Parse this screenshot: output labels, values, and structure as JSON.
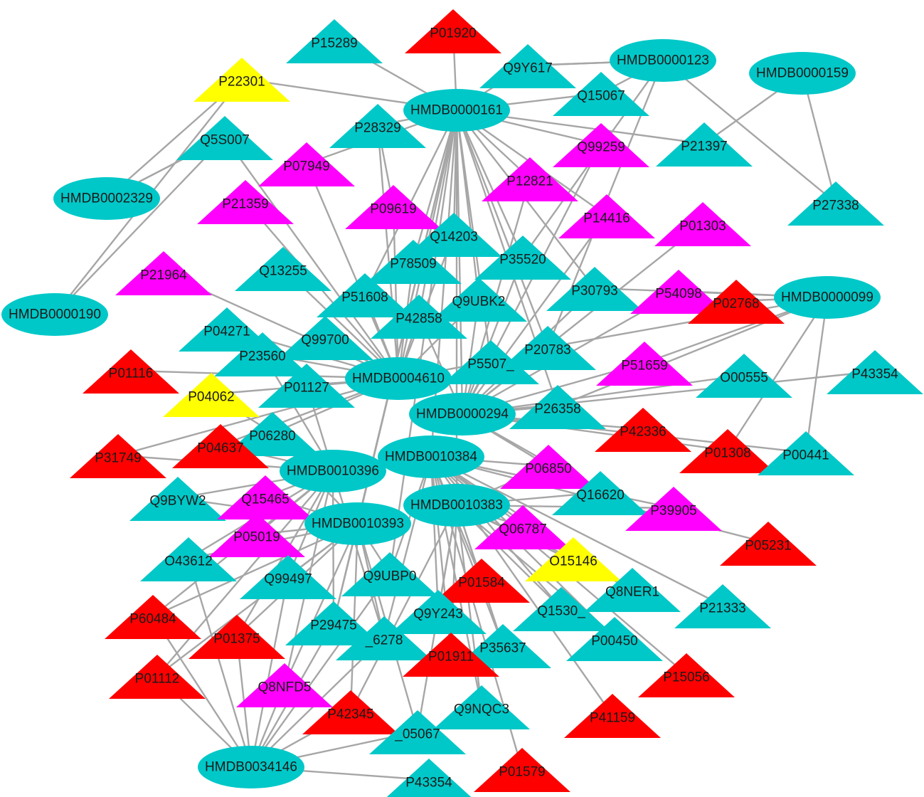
{
  "colors": {
    "metabolite": "#00c8c8",
    "target_cyan": "#00c8c8",
    "target_red": "#ff0000",
    "target_magenta": "#ff00ff",
    "target_yellow": "#ffff00",
    "edge": "#a6a6a6"
  },
  "nodes": [
    {
      "id": "m161",
      "label": "HMDB0000161",
      "shape": "ellipse",
      "color": "metabolite"
    },
    {
      "id": "m123",
      "label": "HMDB0000123",
      "shape": "ellipse",
      "color": "metabolite"
    },
    {
      "id": "m159",
      "label": "HMDB0000159",
      "shape": "ellipse",
      "color": "metabolite"
    },
    {
      "id": "m2329",
      "label": "HMDB0002329",
      "shape": "ellipse",
      "color": "metabolite"
    },
    {
      "id": "m190",
      "label": "HMDB0000190",
      "shape": "ellipse",
      "color": "metabolite"
    },
    {
      "id": "m99",
      "label": "HMDB0000099",
      "shape": "ellipse",
      "color": "metabolite"
    },
    {
      "id": "m4610",
      "label": "HMDB0004610",
      "shape": "ellipse",
      "color": "metabolite"
    },
    {
      "id": "m294",
      "label": "HMDB0000294",
      "shape": "ellipse",
      "color": "metabolite"
    },
    {
      "id": "m10384",
      "label": "HMDB0010384",
      "shape": "ellipse",
      "color": "metabolite"
    },
    {
      "id": "m10396",
      "label": "HMDB0010396",
      "shape": "ellipse",
      "color": "metabolite"
    },
    {
      "id": "m10383",
      "label": "HMDB0010383",
      "shape": "ellipse",
      "color": "metabolite"
    },
    {
      "id": "m10393",
      "label": "HMDB0010393",
      "shape": "ellipse",
      "color": "metabolite"
    },
    {
      "id": "m34146",
      "label": "HMDB0034146",
      "shape": "ellipse",
      "color": "metabolite"
    },
    {
      "id": "P01920",
      "label": "P01920",
      "shape": "triangle",
      "color": "target_red"
    },
    {
      "id": "P15289",
      "label": "P15289",
      "shape": "triangle",
      "color": "target_cyan"
    },
    {
      "id": "P22301",
      "label": "P22301",
      "shape": "triangle",
      "color": "target_yellow"
    },
    {
      "id": "Q9Y617",
      "label": "Q9Y617",
      "shape": "triangle",
      "color": "target_cyan"
    },
    {
      "id": "Q15067",
      "label": "Q15067",
      "shape": "triangle",
      "color": "target_cyan"
    },
    {
      "id": "P28329",
      "label": "P28329",
      "shape": "triangle",
      "color": "target_cyan"
    },
    {
      "id": "Q5S007",
      "label": "Q5S007",
      "shape": "triangle",
      "color": "target_cyan"
    },
    {
      "id": "Q99259",
      "label": "Q99259",
      "shape": "triangle",
      "color": "target_magenta"
    },
    {
      "id": "P21397",
      "label": "P21397",
      "shape": "triangle",
      "color": "target_cyan"
    },
    {
      "id": "P07949",
      "label": "P07949",
      "shape": "triangle",
      "color": "target_magenta"
    },
    {
      "id": "P12821",
      "label": "P12821",
      "shape": "triangle",
      "color": "target_magenta"
    },
    {
      "id": "P27338",
      "label": "P27338",
      "shape": "triangle",
      "color": "target_cyan"
    },
    {
      "id": "P21359",
      "label": "P21359",
      "shape": "triangle",
      "color": "target_magenta"
    },
    {
      "id": "P09619",
      "label": "P09619",
      "shape": "triangle",
      "color": "target_magenta"
    },
    {
      "id": "P14416",
      "label": "P14416",
      "shape": "triangle",
      "color": "target_magenta"
    },
    {
      "id": "P01303",
      "label": "P01303",
      "shape": "triangle",
      "color": "target_magenta"
    },
    {
      "id": "Q14203",
      "label": "Q14203",
      "shape": "triangle",
      "color": "target_cyan"
    },
    {
      "id": "P78509",
      "label": "P78509",
      "shape": "triangle",
      "color": "target_cyan"
    },
    {
      "id": "P35520",
      "label": "P35520",
      "shape": "triangle",
      "color": "target_cyan"
    },
    {
      "id": "Q13255",
      "label": "Q13255",
      "shape": "triangle",
      "color": "target_cyan"
    },
    {
      "id": "P21964",
      "label": "P21964",
      "shape": "triangle",
      "color": "target_magenta"
    },
    {
      "id": "P51608",
      "label": "P51608",
      "shape": "triangle",
      "color": "target_cyan"
    },
    {
      "id": "Q9UBK2",
      "label": "Q9UBK2",
      "shape": "triangle",
      "color": "target_cyan"
    },
    {
      "id": "P30793",
      "label": "P30793",
      "shape": "triangle",
      "color": "target_cyan"
    },
    {
      "id": "P54098",
      "label": "P54098",
      "shape": "triangle",
      "color": "target_magenta"
    },
    {
      "id": "P02768",
      "label": "P02768",
      "shape": "triangle",
      "color": "target_red"
    },
    {
      "id": "P42858",
      "label": "P42858",
      "shape": "triangle",
      "color": "target_cyan"
    },
    {
      "id": "P04271",
      "label": "P04271",
      "shape": "triangle",
      "color": "target_cyan"
    },
    {
      "id": "Q99700",
      "label": "Q99700",
      "shape": "triangle",
      "color": "target_cyan"
    },
    {
      "id": "P23560",
      "label": "P23560",
      "shape": "triangle",
      "color": "target_cyan"
    },
    {
      "id": "P20783",
      "label": "P20783",
      "shape": "triangle",
      "color": "target_cyan"
    },
    {
      "id": "P55072",
      "label": "P5507_",
      "shape": "triangle",
      "color": "target_cyan"
    },
    {
      "id": "P51659",
      "label": "P51659",
      "shape": "triangle",
      "color": "target_magenta"
    },
    {
      "id": "P01116",
      "label": "P01116",
      "shape": "triangle",
      "color": "target_red"
    },
    {
      "id": "P01127",
      "label": "P01127",
      "shape": "triangle",
      "color": "target_cyan"
    },
    {
      "id": "O00555",
      "label": "O00555",
      "shape": "triangle",
      "color": "target_cyan"
    },
    {
      "id": "P43354a",
      "label": "P43354",
      "shape": "triangle",
      "color": "target_cyan"
    },
    {
      "id": "P04062",
      "label": "P04062",
      "shape": "triangle",
      "color": "target_yellow"
    },
    {
      "id": "P26358",
      "label": "P26358",
      "shape": "triangle",
      "color": "target_cyan"
    },
    {
      "id": "P06280",
      "label": "P06280",
      "shape": "triangle",
      "color": "target_cyan"
    },
    {
      "id": "P42336",
      "label": "P42336",
      "shape": "triangle",
      "color": "target_red"
    },
    {
      "id": "P31749",
      "label": "P31749",
      "shape": "triangle",
      "color": "target_red"
    },
    {
      "id": "P04637",
      "label": "P04637",
      "shape": "triangle",
      "color": "target_red"
    },
    {
      "id": "P01308",
      "label": "P01308",
      "shape": "triangle",
      "color": "target_red"
    },
    {
      "id": "P00441",
      "label": "P00441",
      "shape": "triangle",
      "color": "target_cyan"
    },
    {
      "id": "P06850",
      "label": "P06850",
      "shape": "triangle",
      "color": "target_magenta"
    },
    {
      "id": "Q16620",
      "label": "Q16620",
      "shape": "triangle",
      "color": "target_cyan"
    },
    {
      "id": "Q9BYW2",
      "label": "Q9BYW2",
      "shape": "triangle",
      "color": "target_cyan"
    },
    {
      "id": "Q15465",
      "label": "Q15465",
      "shape": "triangle",
      "color": "target_magenta"
    },
    {
      "id": "P39905",
      "label": "P39905",
      "shape": "triangle",
      "color": "target_magenta"
    },
    {
      "id": "P05019",
      "label": "P05019",
      "shape": "triangle",
      "color": "target_magenta"
    },
    {
      "id": "Q06787",
      "label": "Q06787",
      "shape": "triangle",
      "color": "target_magenta"
    },
    {
      "id": "P05231",
      "label": "P05231",
      "shape": "triangle",
      "color": "target_red"
    },
    {
      "id": "O43612",
      "label": "O43612",
      "shape": "triangle",
      "color": "target_cyan"
    },
    {
      "id": "O15146",
      "label": "O15146",
      "shape": "triangle",
      "color": "target_yellow"
    },
    {
      "id": "Q99497",
      "label": "Q99497",
      "shape": "triangle",
      "color": "target_cyan"
    },
    {
      "id": "Q9UBP0",
      "label": "Q9UBP0",
      "shape": "triangle",
      "color": "target_cyan"
    },
    {
      "id": "P01584",
      "label": "P01584",
      "shape": "triangle",
      "color": "target_red"
    },
    {
      "id": "Q8NER1",
      "label": "Q8NER1",
      "shape": "triangle",
      "color": "target_cyan"
    },
    {
      "id": "Q15303",
      "label": "Q1530_",
      "shape": "triangle",
      "color": "target_cyan"
    },
    {
      "id": "P21333",
      "label": "P21333",
      "shape": "triangle",
      "color": "target_cyan"
    },
    {
      "id": "P60484",
      "label": "P60484",
      "shape": "triangle",
      "color": "target_red"
    },
    {
      "id": "Q9Y243",
      "label": "Q9Y243",
      "shape": "triangle",
      "color": "target_cyan"
    },
    {
      "id": "P29475",
      "label": "P29475",
      "shape": "triangle",
      "color": "target_cyan"
    },
    {
      "id": "P01375",
      "label": "P01375",
      "shape": "triangle",
      "color": "target_red"
    },
    {
      "id": "P16278",
      "label": "_6278",
      "shape": "triangle",
      "color": "target_cyan"
    },
    {
      "id": "P00450",
      "label": "P00450",
      "shape": "triangle",
      "color": "target_cyan"
    },
    {
      "id": "P35637",
      "label": "P35637",
      "shape": "triangle",
      "color": "target_cyan"
    },
    {
      "id": "P01911",
      "label": "P01911",
      "shape": "triangle",
      "color": "target_red"
    },
    {
      "id": "P01112",
      "label": "P01112",
      "shape": "triangle",
      "color": "target_red"
    },
    {
      "id": "P15056",
      "label": "P15056",
      "shape": "triangle",
      "color": "target_red"
    },
    {
      "id": "Q8NFD5",
      "label": "Q8NFD5",
      "shape": "triangle",
      "color": "target_magenta"
    },
    {
      "id": "Q9NQC3",
      "label": "Q9NQC3",
      "shape": "triangle",
      "color": "target_cyan"
    },
    {
      "id": "P41159",
      "label": "P41159",
      "shape": "triangle",
      "color": "target_red"
    },
    {
      "id": "P42345",
      "label": "P42345",
      "shape": "triangle",
      "color": "target_red"
    },
    {
      "id": "P05067",
      "label": "_05067",
      "shape": "triangle",
      "color": "target_cyan"
    },
    {
      "id": "P01579",
      "label": "P01579",
      "shape": "triangle",
      "color": "target_red"
    },
    {
      "id": "P43354b",
      "label": "P43354",
      "shape": "triangle",
      "color": "target_cyan"
    }
  ],
  "edges": [
    [
      "m161",
      "P01920"
    ],
    [
      "m161",
      "P15289"
    ],
    [
      "m161",
      "P22301"
    ],
    [
      "m161",
      "Q9Y617"
    ],
    [
      "m161",
      "Q15067"
    ],
    [
      "m161",
      "P28329"
    ],
    [
      "m161",
      "Q99259"
    ],
    [
      "m161",
      "P21397"
    ],
    [
      "m161",
      "P07949"
    ],
    [
      "m161",
      "P12821"
    ],
    [
      "m161",
      "P14416"
    ],
    [
      "m161",
      "Q14203"
    ],
    [
      "m161",
      "P78509"
    ],
    [
      "m161",
      "P35520"
    ],
    [
      "m161",
      "Q9UBK2"
    ],
    [
      "m161",
      "P30793"
    ],
    [
      "m161",
      "P42858"
    ],
    [
      "m161",
      "P51608"
    ],
    [
      "m161",
      "P20783"
    ],
    [
      "m161",
      "P55072"
    ],
    [
      "m161",
      "m4610"
    ],
    [
      "m161",
      "m294"
    ],
    [
      "m161",
      "m10384"
    ],
    [
      "m161",
      "m10383"
    ],
    [
      "m161",
      "m10393"
    ],
    [
      "m161",
      "P26358"
    ],
    [
      "m161",
      "Q9UBP0"
    ],
    [
      "m161",
      "P29475"
    ],
    [
      "m123",
      "Q9Y617"
    ],
    [
      "m123",
      "Q15067"
    ],
    [
      "m123",
      "P27338"
    ],
    [
      "m123",
      "P35520"
    ],
    [
      "m123",
      "P20783"
    ],
    [
      "m159",
      "P21397"
    ],
    [
      "m159",
      "P27338"
    ],
    [
      "m2329",
      "P22301"
    ],
    [
      "m2329",
      "Q5S007"
    ],
    [
      "m190",
      "P22301"
    ],
    [
      "m190",
      "Q5S007"
    ],
    [
      "m99",
      "P54098"
    ],
    [
      "m99",
      "P02768"
    ],
    [
      "m99",
      "P30793"
    ],
    [
      "m99",
      "P51659"
    ],
    [
      "m99",
      "P00441"
    ],
    [
      "m99",
      "P01308"
    ],
    [
      "m99",
      "P26358"
    ],
    [
      "m99",
      "P20783"
    ],
    [
      "m4610",
      "P21359"
    ],
    [
      "m4610",
      "P09619"
    ],
    [
      "m4610",
      "Q13255"
    ],
    [
      "m4610",
      "P21964"
    ],
    [
      "m4610",
      "P51608"
    ],
    [
      "m4610",
      "Q99700"
    ],
    [
      "m4610",
      "P23560"
    ],
    [
      "m4610",
      "P04271"
    ],
    [
      "m4610",
      "P01116"
    ],
    [
      "m4610",
      "P01127"
    ],
    [
      "m4610",
      "P04062"
    ],
    [
      "m4610",
      "P06280"
    ],
    [
      "m4610",
      "P04637"
    ],
    [
      "m4610",
      "P31749"
    ],
    [
      "m4610",
      "Q14203"
    ],
    [
      "m4610",
      "P42858"
    ],
    [
      "m4610",
      "P55072"
    ],
    [
      "m4610",
      "Q9UBK2"
    ],
    [
      "m4610",
      "P78509"
    ],
    [
      "m4610",
      "P07949"
    ],
    [
      "m4610",
      "Q5S007"
    ],
    [
      "m4610",
      "P28329"
    ],
    [
      "m294",
      "P26358"
    ],
    [
      "m294",
      "P42336"
    ],
    [
      "m294",
      "P01308"
    ],
    [
      "m294",
      "P00441"
    ],
    [
      "m294",
      "O00555"
    ],
    [
      "m294",
      "P43354a"
    ],
    [
      "m294",
      "P06850"
    ],
    [
      "m294",
      "Q16620"
    ],
    [
      "m294",
      "P51659"
    ],
    [
      "m294",
      "P14416"
    ],
    [
      "m294",
      "P01303"
    ],
    [
      "m294",
      "P12821"
    ],
    [
      "m294",
      "Q99259"
    ],
    [
      "m294",
      "P35520"
    ],
    [
      "m294",
      "P30793"
    ],
    [
      "m294",
      "P20783"
    ],
    [
      "m294",
      "P55072"
    ],
    [
      "m294",
      "Q9UBK2"
    ],
    [
      "m294",
      "P42858"
    ],
    [
      "m294",
      "P54098"
    ],
    [
      "m10384",
      "P06850"
    ],
    [
      "m10384",
      "Q16620"
    ],
    [
      "m10384",
      "P39905"
    ],
    [
      "m10384",
      "P05231"
    ],
    [
      "m10384",
      "Q06787"
    ],
    [
      "m10384",
      "O15146"
    ],
    [
      "m10384",
      "P01584"
    ],
    [
      "m10384",
      "Q8NER1"
    ],
    [
      "m10384",
      "Q15303"
    ],
    [
      "m10384",
      "P21333"
    ],
    [
      "m10384",
      "P00450"
    ],
    [
      "m10384",
      "P15056"
    ],
    [
      "m10384",
      "P41159"
    ],
    [
      "m10384",
      "Q9Y243"
    ],
    [
      "m10384",
      "P35637"
    ],
    [
      "m10384",
      "P01911"
    ],
    [
      "m10384",
      "Q9NQC3"
    ],
    [
      "m10384",
      "P01579"
    ],
    [
      "m10384",
      "Q9UBP0"
    ],
    [
      "m10384",
      "P16278"
    ],
    [
      "m10396",
      "Q9BYW2"
    ],
    [
      "m10396",
      "Q15465"
    ],
    [
      "m10396",
      "P05019"
    ],
    [
      "m10396",
      "O43612"
    ],
    [
      "m10396",
      "Q99497"
    ],
    [
      "m10396",
      "P60484"
    ],
    [
      "m10396",
      "P01375"
    ],
    [
      "m10396",
      "P01112"
    ],
    [
      "m10396",
      "Q8NFD5"
    ],
    [
      "m10396",
      "P29475"
    ],
    [
      "m10396",
      "P16278"
    ],
    [
      "m10396",
      "P06280"
    ],
    [
      "m10396",
      "P04637"
    ],
    [
      "m10396",
      "P31749"
    ],
    [
      "m10396",
      "P23560"
    ],
    [
      "m10396",
      "P01127"
    ],
    [
      "m10396",
      "P04062"
    ],
    [
      "m10383",
      "P06850"
    ],
    [
      "m10383",
      "Q06787"
    ],
    [
      "m10383",
      "O15146"
    ],
    [
      "m10383",
      "Q15303"
    ],
    [
      "m10383",
      "Q8NER1"
    ],
    [
      "m10383",
      "P39905"
    ],
    [
      "m10383",
      "P00450"
    ],
    [
      "m10383",
      "P01584"
    ],
    [
      "m10383",
      "P35637"
    ],
    [
      "m10383",
      "Q9Y243"
    ],
    [
      "m10383",
      "P42345"
    ],
    [
      "m10383",
      "P05067"
    ],
    [
      "m10383",
      "Q9NQC3"
    ],
    [
      "m10383",
      "P01911"
    ],
    [
      "m10383",
      "Q16620"
    ],
    [
      "m10393",
      "P05019"
    ],
    [
      "m10393",
      "Q15465"
    ],
    [
      "m10393",
      "O43612"
    ],
    [
      "m10393",
      "Q99497"
    ],
    [
      "m10393",
      "Q9UBP0"
    ],
    [
      "m10393",
      "P29475"
    ],
    [
      "m10393",
      "P16278"
    ],
    [
      "m10393",
      "Q8NFD5"
    ],
    [
      "m10393",
      "P42345"
    ],
    [
      "m10393",
      "P05067"
    ],
    [
      "m10393",
      "P60484"
    ],
    [
      "m10393",
      "P01375"
    ],
    [
      "m10393",
      "P01112"
    ],
    [
      "m10393",
      "Q9BYW2"
    ],
    [
      "m10393",
      "P06280"
    ],
    [
      "m34146",
      "P01112"
    ],
    [
      "m34146",
      "P60484"
    ],
    [
      "m34146",
      "P01375"
    ],
    [
      "m34146",
      "Q8NFD5"
    ],
    [
      "m34146",
      "P42345"
    ],
    [
      "m34146",
      "P05067"
    ],
    [
      "m34146",
      "P43354b"
    ],
    [
      "m34146",
      "P29475"
    ],
    [
      "m34146",
      "Q99497"
    ],
    [
      "m34146",
      "O43612"
    ],
    [
      "m34146",
      "Q9UBP0"
    ],
    [
      "m34146",
      "P16278"
    ],
    [
      "Q9Y617",
      "m123"
    ],
    [
      "P28329",
      "P09619"
    ],
    [
      "Q5S007",
      "m2329"
    ]
  ]
}
